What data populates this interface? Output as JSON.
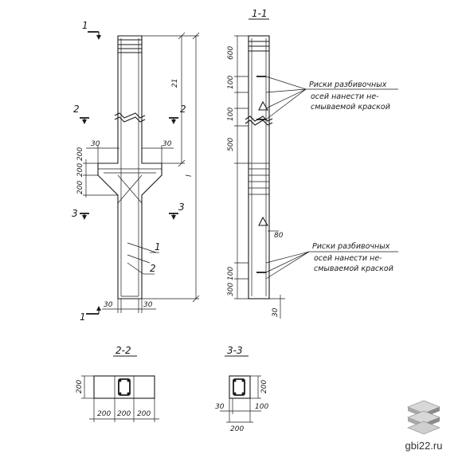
{
  "sections": {
    "main_cut_1": "1",
    "main_cut_2": "2",
    "main_cut_3": "3",
    "title_1_1": "1-1",
    "title_2_2": "2-2",
    "title_3_3": "3-3"
  },
  "dimensions": {
    "dim_30_left_bracket": "30",
    "dim_30_right_bracket": "30",
    "dim_200_200": "200 200",
    "dim_200_low": "200",
    "dim_21": "21",
    "dim_l": "l",
    "dim_30_base_left": "30",
    "dim_30_base_right": "30",
    "dim_600": "600",
    "dim_100_a": "100",
    "dim_100_b": "100",
    "dim_500": "500",
    "dim_80": "80",
    "dim_300_100": "300 100",
    "dim_30_bottom": "30",
    "s22_height": "200",
    "s22_w1": "200",
    "s22_w2": "200",
    "s22_w3": "200",
    "s33_height": "200",
    "s33_left": "30",
    "s33_right": "100",
    "s33_bottom": "200"
  },
  "callouts": {
    "leader_1": "1",
    "leader_2": "2"
  },
  "notes": {
    "note_top_line1": "Риски разбивочных",
    "note_top_line2": "осей нанести не-",
    "note_top_line3": "смываемой краской",
    "note_bottom_line1": "Риски разбивочных",
    "note_bottom_line2": "осей нанести не-",
    "note_bottom_line3": "смываемой краской"
  },
  "watermark": {
    "text": "gbi22.ru",
    "icon": "stacked-slabs-icon"
  }
}
